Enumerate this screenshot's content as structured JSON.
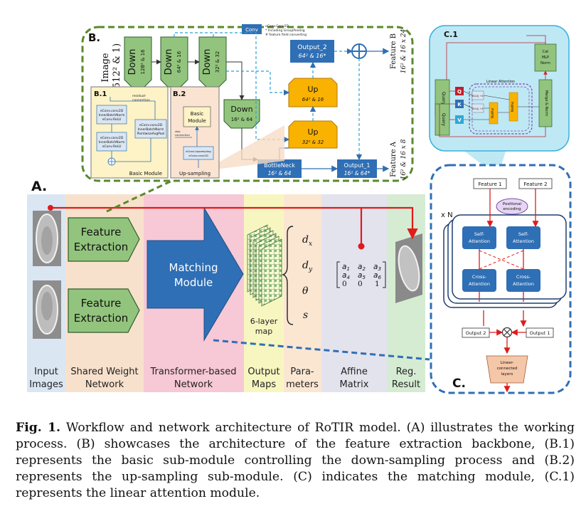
{
  "panelA": {
    "label": "A.",
    "columns": [
      {
        "line1": "Input",
        "line2": "Images"
      },
      {
        "line1": "Shared Weight",
        "line2": "Network"
      },
      {
        "line1": "Transformer-based",
        "line2": "Network"
      },
      {
        "line1": "Output",
        "line2": "Maps"
      },
      {
        "line1": "Para-",
        "line2": "meters"
      },
      {
        "line1": "Affine",
        "line2": "Matrix"
      },
      {
        "line1": "Reg.",
        "line2": "Result"
      }
    ],
    "feature_extraction": {
      "line1": "Feature",
      "line2": "Extraction"
    },
    "matching_module": {
      "line1": "Matching",
      "line2": "Module"
    },
    "six_layer_map": {
      "line1": "6-layer",
      "line2": "map"
    },
    "params": [
      "d",
      "d",
      "θ",
      "s"
    ],
    "param_subs": [
      "x",
      "y",
      "",
      ""
    ],
    "matrix": [
      [
        "a",
        "a",
        "a"
      ],
      [
        "a",
        "a",
        "a"
      ],
      [
        "0",
        "0",
        "1"
      ]
    ],
    "matrix_subs": [
      [
        "1",
        "2",
        "3"
      ],
      [
        "4",
        "5",
        "6"
      ],
      [
        "",
        "",
        ""
      ]
    ]
  },
  "panelB": {
    "label": "B.",
    "image_label": "Image",
    "image_size": "(512² & 1)",
    "down_blocks": [
      {
        "title": "Down",
        "size": "128² & 16"
      },
      {
        "title": "Down",
        "size": "64² & 16"
      },
      {
        "title": "Down",
        "size": "32² & 32"
      },
      {
        "title": "Down",
        "size": "16² & 64"
      }
    ],
    "up_blocks": [
      {
        "title": "Up",
        "size": "64² & 16"
      },
      {
        "title": "Up",
        "size": "32² & 32"
      }
    ],
    "output2": {
      "title": "Output_2",
      "size": "64² & 16*"
    },
    "bottleneck": {
      "title": "BottleNeck",
      "size": "16² & 64"
    },
    "output1": {
      "title": "Output_1",
      "size": "16² & 64*"
    },
    "feature_b": {
      "line1": "Feature B",
      "line2": "16² & 16 x 24"
    },
    "feature_a": {
      "line1": "Feature A",
      "line2": "16² & 16 x 8"
    },
    "conv_legend": {
      "box": "Conv",
      "lines": [
        "eConv.Conv2D",
        "* Including GroupPooling",
        "# feature field converting"
      ]
    },
    "b1": {
      "label": "B.1",
      "residual": [
        "residual-",
        "connection"
      ],
      "box1": [
        "eConv.conv2D",
        "InnerBatchNorm",
        "eConv.ReLU"
      ],
      "box2": [
        "eConv.conv2D",
        "InnerBatchNorm",
        "eConv.ReLU"
      ],
      "box3": [
        "eConv.conv2D",
        "InnerBatchNorm",
        "PointwiseAvgPool"
      ],
      "footer": "Basic Module"
    },
    "b2": {
      "label": "B.2",
      "basic": [
        "Basic",
        "Module"
      ],
      "skip": [
        "skip",
        "connection"
      ],
      "up_box": [
        "eConv.Upsampling",
        "eConv.conv2D"
      ],
      "footer": "Up-sampling"
    }
  },
  "panelC1": {
    "label": "C.1",
    "sidebar_top": "Query",
    "sidebar_bottom": "Query",
    "q": "Q",
    "k": "K",
    "v": "V",
    "elu": "ELU()\n+1",
    "linear_attention": "Linear Attention",
    "matmul": "MatMul",
    "cat": [
      "Cat",
      "MLP",
      "Norm"
    ],
    "merge": "Merge & Norm"
  },
  "panelC": {
    "label": "C.",
    "feature1": "Feature 1",
    "feature2": "Feature 2",
    "positional": [
      "Positional",
      "encoding"
    ],
    "xn": "x N",
    "self_attention": [
      "Self-",
      "Attention"
    ],
    "cross_attention": [
      "Cross-",
      "Attention"
    ],
    "output2": "Output 2",
    "output1": "Output 1",
    "linear_layers": [
      "Linear-",
      "connected",
      "layers"
    ]
  },
  "caption": {
    "fig": "Fig. 1.",
    "text": " Workflow and network architecture of RoTIR model. (A) illustrates the working process. (B) showcases the architecture of the feature extraction backbone, (B.1) represents the basic sub-module controlling the down-sampling process and (B.2) represents the up-sampling sub-module. (C) indicates the matching module, (C.1) represents the linear attention module."
  }
}
